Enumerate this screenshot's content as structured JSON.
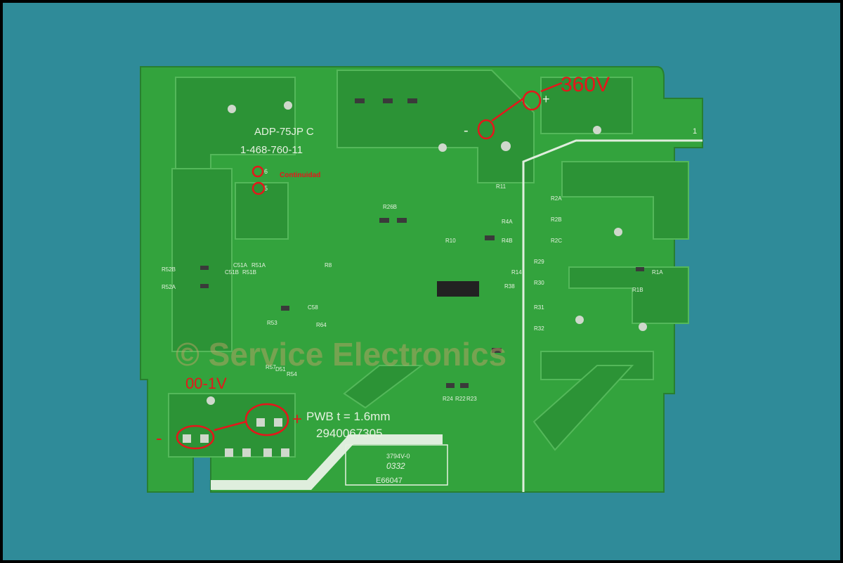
{
  "board": {
    "model": "ADP-75JP C",
    "part_number": "1-468-760-11",
    "pwb": "PWB t = 1.6mm",
    "serial": "2940067305",
    "corner_mark": "1",
    "cert_code": "3794V-0",
    "date_code": "0332",
    "ul_number": "E66047",
    "pin_6": "6",
    "pin_5": "5"
  },
  "component_labels": [
    "R52B",
    "R52A",
    "C51B",
    "C51A",
    "R51B",
    "R51A",
    "R11",
    "R2A",
    "R2B",
    "R2C",
    "R4A",
    "R4B",
    "R1A",
    "R1B",
    "R29",
    "R30",
    "R31",
    "R32",
    "R14",
    "R38",
    "R24",
    "R22",
    "R23",
    "D51",
    "R54",
    "R57",
    "R53",
    "C58",
    "R64",
    "R8",
    "R10",
    "R26B"
  ],
  "annotations": {
    "high_voltage": "360V",
    "hv_plus": "+",
    "hv_minus": "-",
    "continuity": "Continuidad",
    "continuity_mark": "6",
    "output_voltage": "00-1V",
    "out_plus": "+",
    "out_minus": "-"
  },
  "watermark": "© Service Electronics",
  "colors": {
    "background": "#2f8b99",
    "board": "#33a33d",
    "trace": "#2a8f35",
    "annotation": "#e5161b"
  }
}
